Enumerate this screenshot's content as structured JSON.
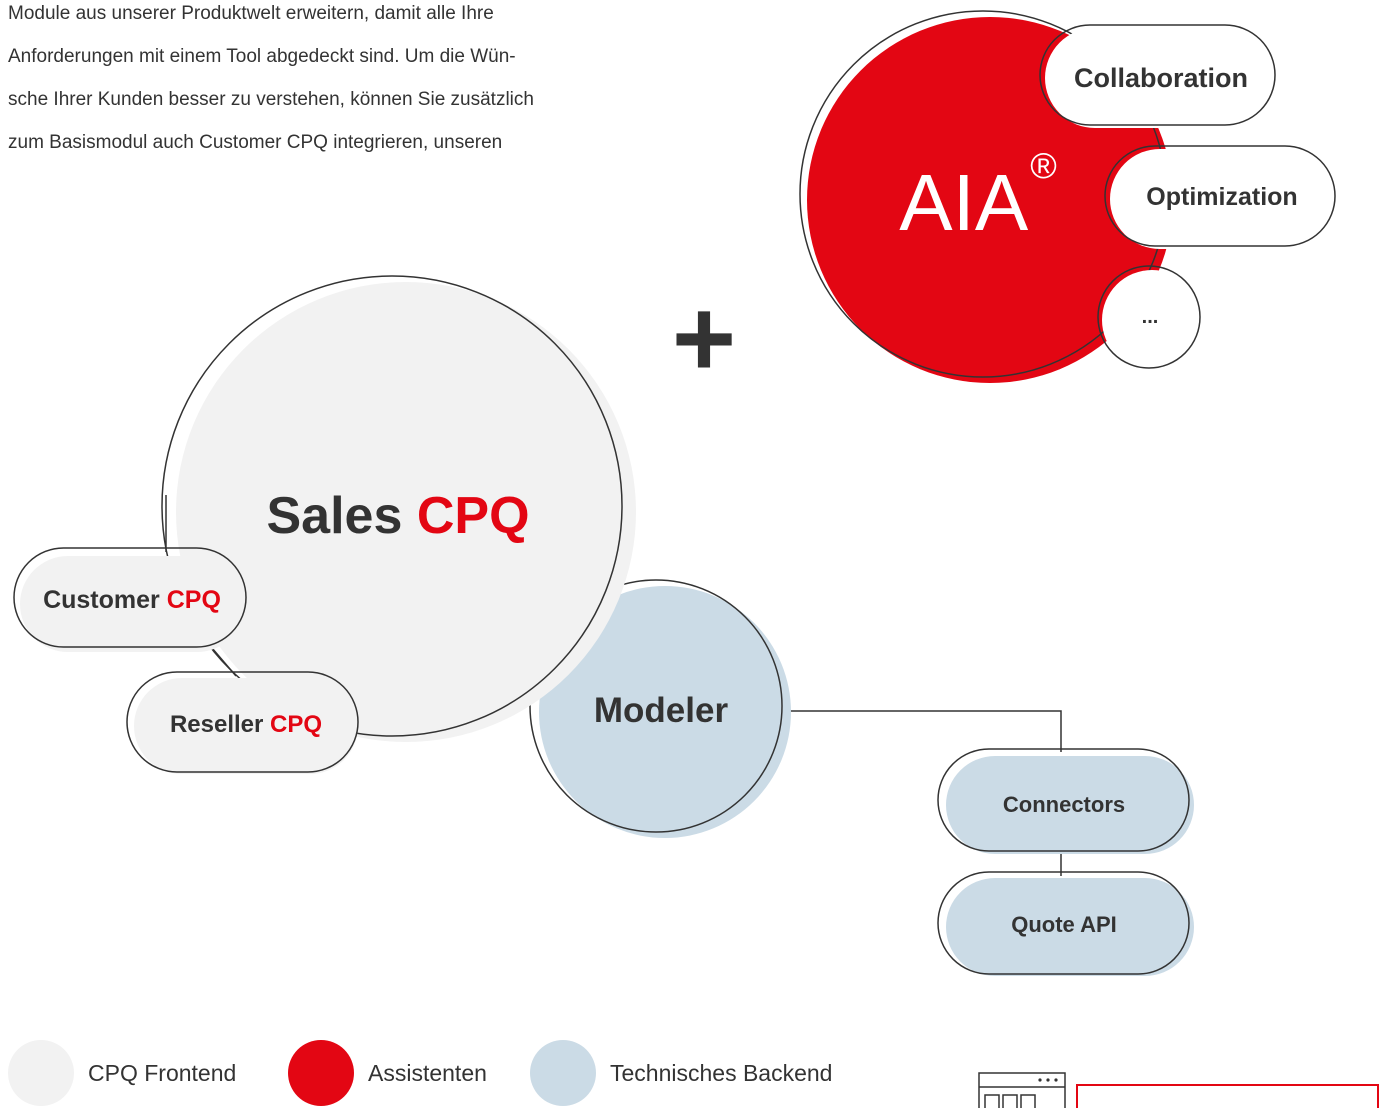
{
  "intro": {
    "lines": [
      "Module aus unserer Produktwelt erweitern, damit alle Ihre",
      "Anforderungen mit einem Tool abgedeckt sind. Um die Wün-",
      "sche Ihrer Kunden besser zu verstehen, können Sie zusätzlich",
      "zum Basismodul auch Customer CPQ integrieren, unseren"
    ]
  },
  "diagram": {
    "aia": {
      "name": "AIA",
      "reg": "®"
    },
    "plus": "+",
    "aia_modules": [
      "Collaboration",
      "Optimization",
      "..."
    ],
    "sales": {
      "name": "Sales",
      "accent": "CPQ"
    },
    "customer": {
      "name": "Customer",
      "accent": "CPQ"
    },
    "reseller": {
      "name": "Reseller",
      "accent": "CPQ"
    },
    "modeler": "Modeler",
    "backend_modules": [
      "Connectors",
      "Quote API"
    ]
  },
  "legend": [
    {
      "label": "CPQ Frontend",
      "color": "#f2f2f2"
    },
    {
      "label": "Assistenten",
      "color": "#e30613"
    },
    {
      "label": "Technisches Backend",
      "color": "#cbdbe6"
    }
  ],
  "colors": {
    "accent_red": "#e30613",
    "frontend_gray": "#f2f2f2",
    "backend_blue": "#cbdbe6",
    "outline": "#333333"
  }
}
